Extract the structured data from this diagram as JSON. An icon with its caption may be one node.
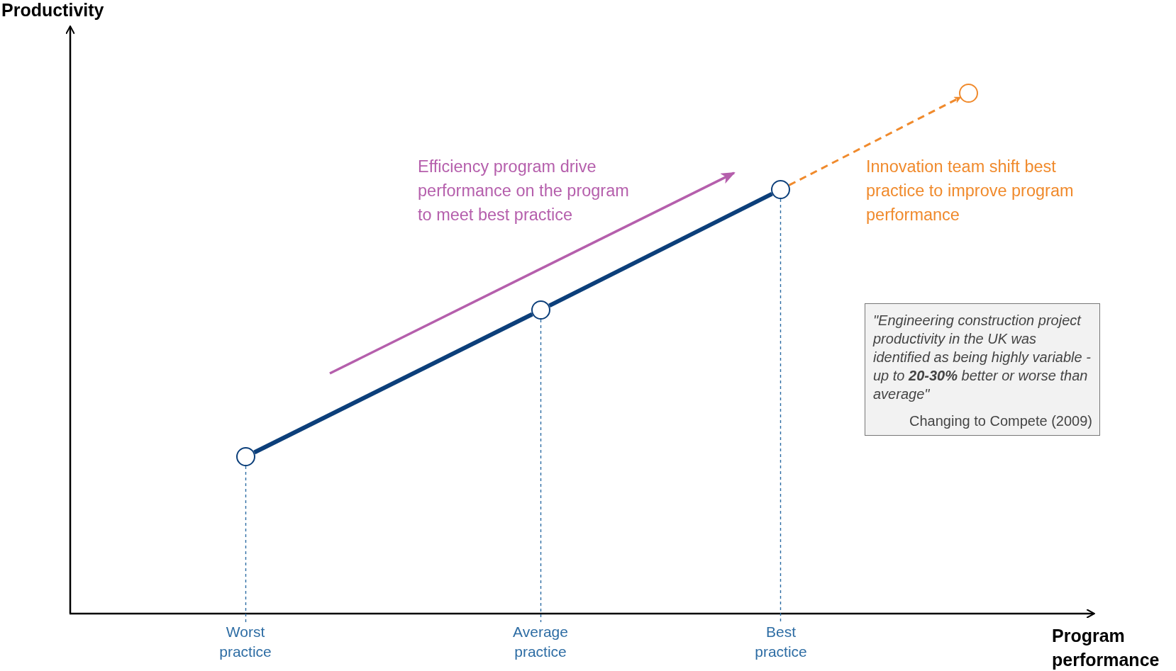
{
  "diagram": {
    "nodes": [
      {
        "text": [],
        "shape": "circle"
      },
      {
        "text": [],
        "shape": "circle"
      },
      {
        "text": [],
        "shape": "circle"
      },
      {
        "text": [],
        "shape": "circle"
      },
      {
        "text": [
          "Worst practice"
        ]
      },
      {
        "text": [
          "Average practice"
        ]
      },
      {
        "text": [
          "Best practice"
        ]
      },
      {
        "text": [
          "\"Engineering construction project productivity in the UK was identified as being highly variable - up to **20-30%** better or worse than average\"",
          "Changing to Compete (2009)"
        ]
      }
    ],
    "edges": [
      {
        "from": 0,
        "to": 1,
        "arrow": "none",
        "style": "thick",
        "color": "#0c3f7a"
      },
      {
        "from": 1,
        "to": 2,
        "arrow": "none",
        "style": "thick",
        "color": "#0c3f7a"
      },
      {
        "from": 2,
        "to": 3,
        "arrow": "to",
        "style": "dashed",
        "color": "#f08a2c"
      },
      {
        "from": 0,
        "to": 4,
        "arrow": "none",
        "style": "dashed",
        "color": "#2e6da4"
      },
      {
        "from": 1,
        "to": 5,
        "arrow": "none",
        "style": "dashed",
        "color": "#2e6da4"
      },
      {
        "from": 2,
        "to": 6,
        "arrow": "none",
        "style": "dashed",
        "color": "#2e6da4"
      }
    ],
    "labels": [
      "Productivity",
      "Efficiency program drive performance on the program to meet best practice",
      "Innovation team shift best practice to improve program performance",
      "Program performance"
    ]
  }
}
